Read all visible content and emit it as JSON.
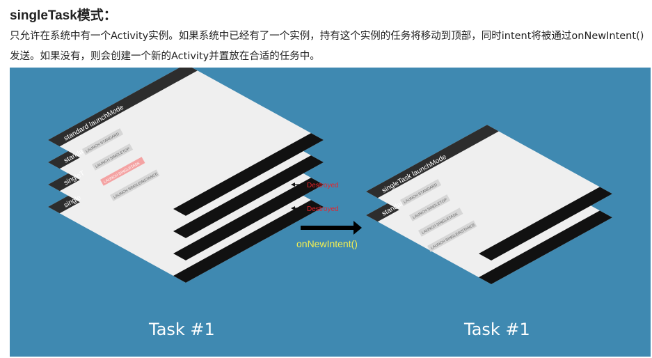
{
  "heading": "singleTask模式：",
  "paragraph": "只允许在系统中有一个Activity实例。如果系统中已经有了一个实例，持有这个实例的任务将移动到顶部，同时intent将被通过onNewIntent()发送。如果没有，则会创建一个新的Activity并置放在合适的任务中。",
  "figure": {
    "left_stack": {
      "top_title": "standard launchMode",
      "back_titles": [
        "standard",
        "singleT",
        "single"
      ],
      "buttons": [
        "LAUNCH STANDARD",
        "LAUNCH SINGLETOP",
        "LAUNCH SINGLETASK",
        "LAUNCH SINGLEINSTANCE"
      ],
      "highlighted_button": "LAUNCH SINGLETASK",
      "caption": "Task #1"
    },
    "destroyed_labels": [
      "Destroyed",
      "Destroyed"
    ],
    "arrow_label": "onNewIntent()",
    "right_stack": {
      "top_title": "singleTask launchMode",
      "back_titles": [
        "standard"
      ],
      "buttons": [
        "LAUNCH STANDARD",
        "LAUNCH SINGLETOP",
        "LAUNCH SINGLETASK",
        "LAUNCH SINGLEINSTANCE"
      ],
      "caption": "Task #1"
    },
    "colors": {
      "background": "#3f89b1",
      "screen": "#ededed",
      "bar": "#1c1c1c",
      "highlight": "#f4a3a3",
      "destroyed": "#e8232a",
      "arrow_label": "#f3ef52"
    }
  }
}
